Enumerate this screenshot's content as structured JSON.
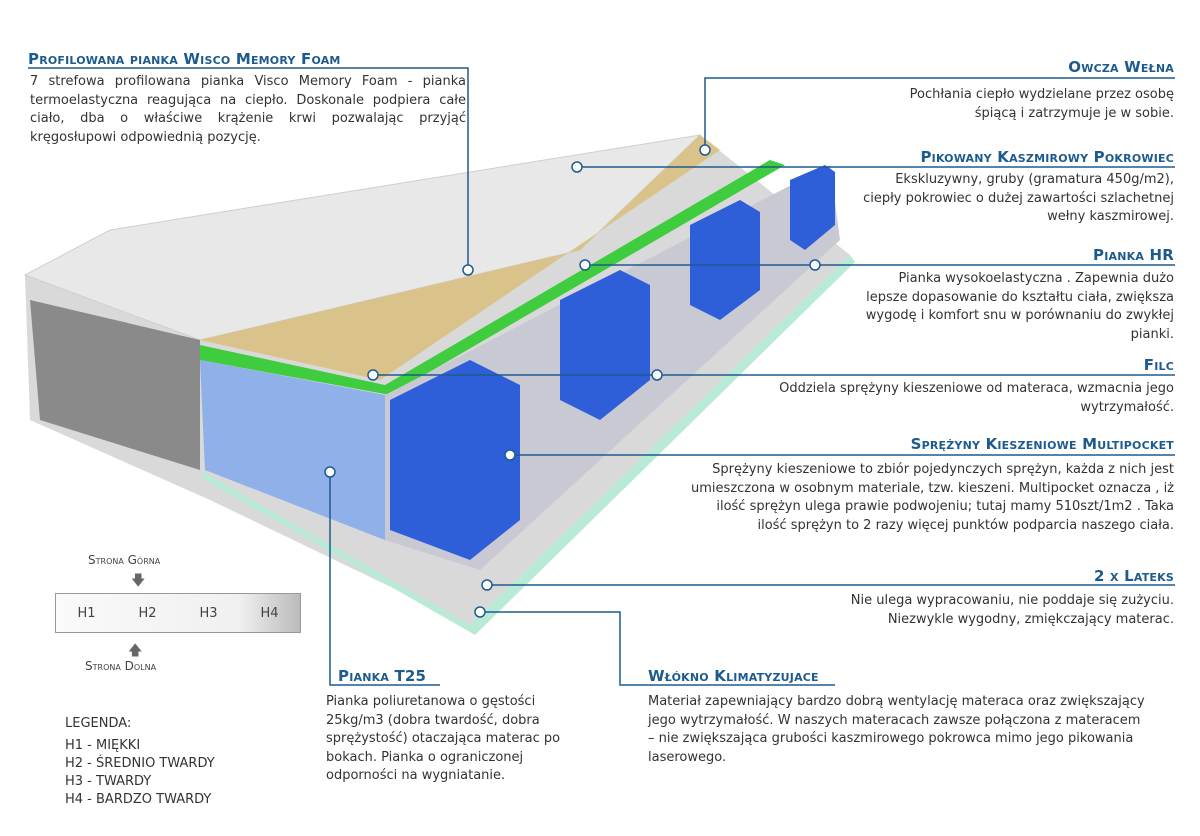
{
  "sections": [
    {
      "title": "Profilowana pianka Wisco Memory Foam",
      "body": "7 strefowa profilowana pianka Visco Memory Foam - pianka termoelastyczna reagująca na ciepło.  Doskonale podpiera całe ciało, dba o właściwe krążenie krwi pozwalając przyjąć kręgosłupowi odpowiednią pozycję."
    },
    {
      "title": "Owcza Wełna",
      "body": "Pochłania ciepło wydzielane przez osobę śpiącą i zatrzymuje je w sobie."
    },
    {
      "title": "Pikowany Kaszmirowy Pokrowiec",
      "body": "Ekskluzywny, gruby (gramatura 450g/m2), ciepły pokrowiec o dużej zawartości szlachetnej wełny kaszmirowej."
    },
    {
      "title": "Pianka HR",
      "body": "Pianka wysokoelastyczna . Zapewnia dużo lepsze dopasowanie do kształtu ciała, zwiększa wygodę i komfort snu w porównaniu do zwykłej pianki."
    },
    {
      "title": "Filc",
      "body": "Oddziela sprężyny kieszeniowe od materaca, wzmacnia jego wytrzymałość."
    },
    {
      "title": "Sprężyny Kieszeniowe  Multipocket",
      "body": "Sprężyny kieszeniowe to zbiór pojedynczych sprężyn, każda z nich jest umieszczona w osobnym materiale, tzw. kieszeni. Multipocket oznacza , iż ilość sprężyn ulega prawie podwojeniu; tutaj mamy 510szt/1m2 . Taka ilość sprężyn to 2 razy więcej punktów podparcia naszego ciała."
    },
    {
      "title": "2 x Lateks",
      "body": "Nie ulega wypracowaniu, nie poddaje się zużyciu. Niezwykle wygodny, zmiękczający materac."
    },
    {
      "title": "Pianka T25",
      "body": "Pianka poliuretanowa o gęstości 25kg/m3 (dobra twardość, dobra sprężystość) otaczająca materac po bokach. Pianka o ograniczonej odporności na wygniatanie."
    },
    {
      "title": "Włókno Klimatyzujace",
      "body": "Materiał zapewniający bardzo dobrą wentylację materaca oraz zwiększający jego wytrzymałość. W naszych materacach zawsze połączona z materacem – nie zwiększająca grubości kaszmirowego pokrowca mimo jego pikowania laserowego."
    }
  ],
  "hardness": {
    "top_label": "Strona Górna",
    "bottom_label": "Strona Dolna",
    "levels": [
      "H1",
      "H2",
      "H3",
      "H4"
    ]
  },
  "legend": {
    "title": "LEGENDA:",
    "items": [
      "H1 - MIĘKKI",
      "H2 - ŚREDNIO TWARDY",
      "H3 - TWARDY",
      "H4 - BARDZO TWARDY"
    ]
  },
  "colors": {
    "accent": "#1d5b8e",
    "foam_green": "#3fcc3f",
    "spring_blue": "#2f5fd8",
    "t25_blue": "#8fb0e8"
  }
}
